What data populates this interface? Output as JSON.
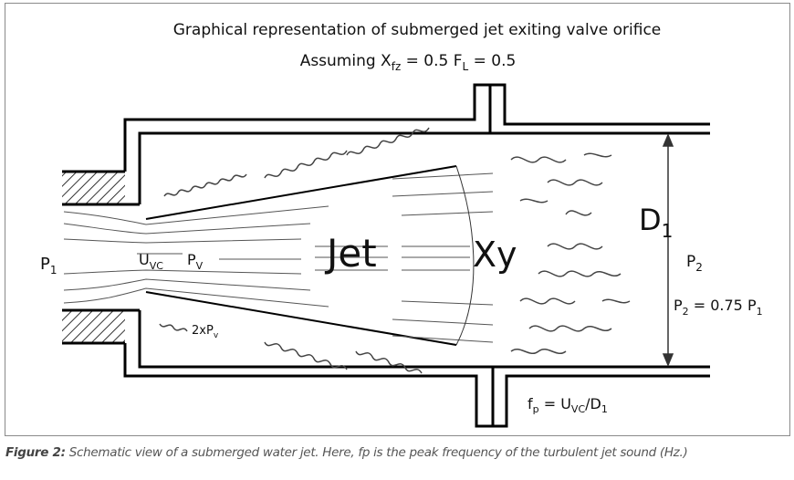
{
  "diagram": {
    "title": "Graphical representation of submerged jet exiting valve orifice",
    "subtitle_prefix": "Assuming X",
    "subtitle_sub1": "fz",
    "subtitle_mid": " = 0.5 F",
    "subtitle_sub2": "L",
    "subtitle_end": " = 0.5",
    "labels": {
      "p1": "P",
      "p1_sub": "1",
      "uvc": "U",
      "uvc_sub": "VC",
      "pv": "P",
      "pv_sub": "V",
      "jet": "Jet",
      "xy": "Xy",
      "d1": "D",
      "d1_sub": "1",
      "p2": "P",
      "p2_sub": "2",
      "p2eq_a": "P",
      "p2eq_a_sub": "2",
      "p2eq_mid": " = 0.75 P",
      "p2eq_b_sub": "1",
      "twoxpv": "2xP",
      "twoxpv_sub": "v",
      "fp": "f",
      "fp_sub": "p",
      "fp_eq": " = U",
      "fp_eq_sub": "VC",
      "fp_div": "/D",
      "fp_div_sub": "1"
    }
  },
  "caption": {
    "label": "Figure 2:",
    "text": " Schematic view of a submerged water jet. Here, fp is the peak frequency of the turbulent jet sound (Hz.)"
  }
}
